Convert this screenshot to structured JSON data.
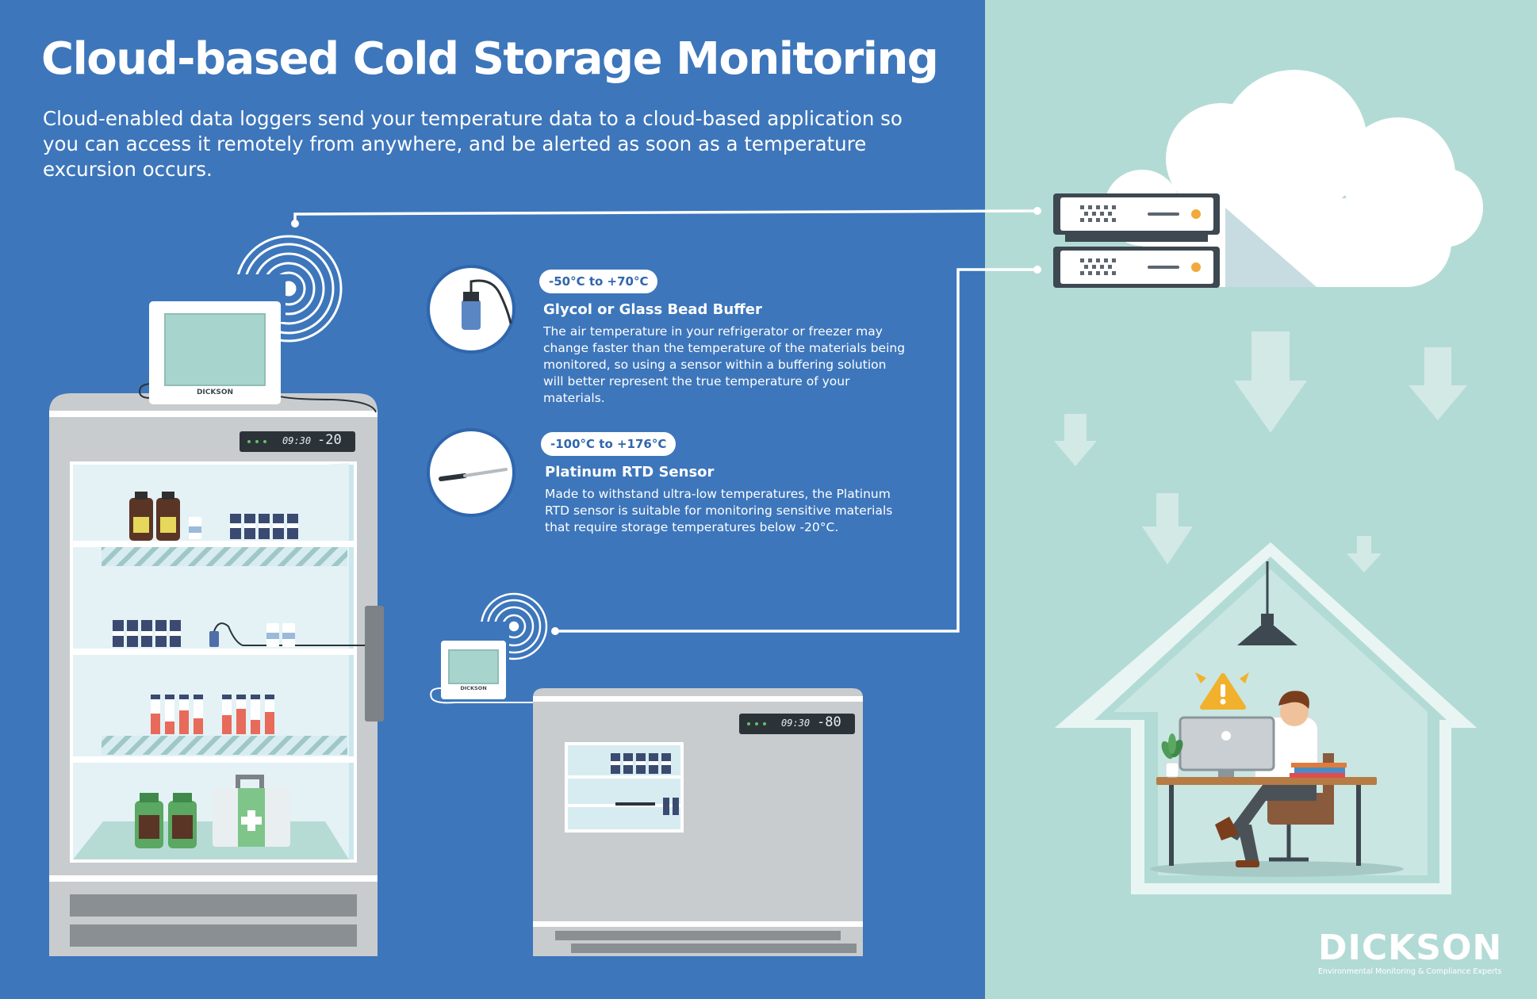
{
  "title": "Cloud-based Cold Storage Monitoring",
  "subtitle": "Cloud-enabled data loggers send your temperature data to a cloud-based application so you can access it remotely from anywhere, and be alerted as soon as a temperature excursion occurs.",
  "sensors": [
    {
      "range": "-50°C to +70°C",
      "name": "Glycol or Glass Bead Buffer",
      "description": "The air temperature in your refrigerator or freezer may change faster than the temperature of the materials being monitored, so using a sensor within a buffering solution will better represent the true temperature of your materials."
    },
    {
      "range": "-100°C to +176°C",
      "name": "Platinum RTD Sensor",
      "description": "Made to withstand ultra-low temperatures, the Platinum RTD sensor is suitable for monitoring sensitive materials that require storage temperatures below -20°C."
    }
  ],
  "devices": {
    "fridge_display": {
      "time": "09:30",
      "temp": "-20"
    },
    "freezer_display": {
      "time": "09:30",
      "temp": "-80"
    },
    "logger_label": "DICKSON"
  },
  "brand": {
    "name": "DICKSON",
    "tagline": "Environmental Monitoring & Compliance Experts"
  },
  "colors": {
    "left_panel": "#3d76bb",
    "right_panel": "#b3dbd6",
    "pill_text": "#2f66ad",
    "alert": "#f2b12c",
    "server_light": "#f2a93b"
  },
  "icons": [
    "wifi-signal-icon",
    "cloud-icon",
    "server-icon",
    "download-arrow-icon",
    "house-icon",
    "warning-icon",
    "lamp-icon",
    "computer-icon",
    "glycol-bottle-icon",
    "rtd-probe-icon"
  ]
}
